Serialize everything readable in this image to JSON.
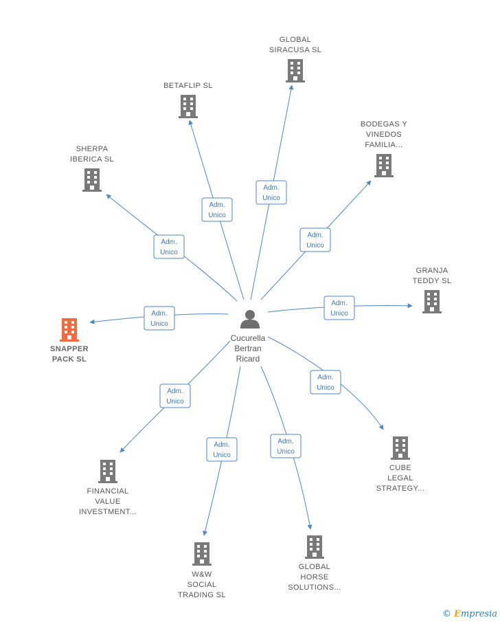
{
  "center": {
    "label": [
      "Cucurella",
      "Bertran",
      "Ricard"
    ],
    "icon": "person-icon"
  },
  "colors": {
    "edge": "#4a86c8",
    "building": "#7a7a7a",
    "highlight": "#f26a3d"
  },
  "companies": [
    {
      "id": "global-siracusa",
      "label": [
        "GLOBAL",
        "SIRACUSA  SL"
      ],
      "role": [
        "Adm.",
        "Unico"
      ],
      "highlight": false
    },
    {
      "id": "betaflip",
      "label": [
        "BETAFLIP  SL"
      ],
      "role": [
        "Adm.",
        "Unico"
      ],
      "highlight": false
    },
    {
      "id": "bodegas",
      "label": [
        "BODEGAS Y",
        "VINEDOS",
        "FAMILIA..."
      ],
      "role": [
        "Adm.",
        "Unico"
      ],
      "highlight": false
    },
    {
      "id": "sherpa",
      "label": [
        "SHERPA",
        "IBERICA  SL"
      ],
      "role": [
        "Adm.",
        "Unico"
      ],
      "highlight": false
    },
    {
      "id": "granja",
      "label": [
        "GRANJA",
        "TEDDY SL"
      ],
      "role": [
        "Adm.",
        "Unico"
      ],
      "highlight": false
    },
    {
      "id": "snapper",
      "label": [
        "SNAPPER",
        "PACK  SL"
      ],
      "role": [
        "Adm.",
        "Unico"
      ],
      "highlight": true
    },
    {
      "id": "cube",
      "label": [
        "CUBE",
        "LEGAL",
        "STRATEGY..."
      ],
      "role": [
        "Adm.",
        "Unico"
      ],
      "highlight": false
    },
    {
      "id": "financial",
      "label": [
        "FINANCIAL",
        "VALUE",
        "INVESTMENT..."
      ],
      "role": [
        "Adm.",
        "Unico"
      ],
      "highlight": false
    },
    {
      "id": "ww-social",
      "label": [
        "W&W",
        "SOCIAL",
        "TRADING  SL"
      ],
      "role": [
        "Adm.",
        "Unico"
      ],
      "highlight": false
    },
    {
      "id": "global-horse",
      "label": [
        "GLOBAL",
        "HORSE",
        "SOLUTIONS..."
      ],
      "role": [
        "Adm.",
        "Unico"
      ],
      "highlight": false
    }
  ],
  "footer": {
    "copyright": "©",
    "brand_first": "E",
    "brand_rest": "mpresia"
  }
}
